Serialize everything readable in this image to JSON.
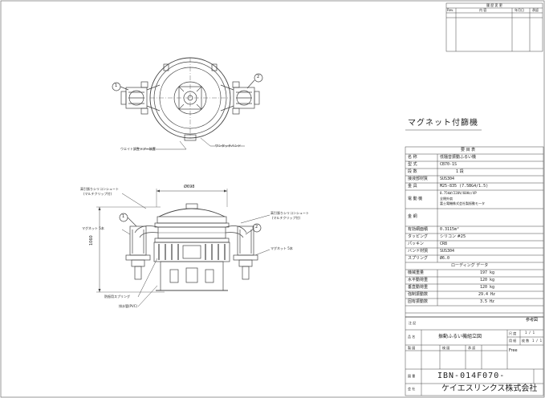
{
  "revision_block": {
    "title": "履 歴 変 更",
    "col_rev": "Rev.",
    "col_content": "内 容",
    "col_date": "年月日",
    "col_approve": "承認"
  },
  "product_title": "マグネット付篩機",
  "callouts": {
    "n1": "1",
    "n2": "2",
    "weight_adjust": "ウエイト調整ドアー装置",
    "one_touch_band": "ワンタッチバンド",
    "silicone_left": "高引張りシリコンシュート",
    "silicone_left_sub": "(マルチクリップ付)",
    "silicone_right": "高引張りシリコンシュート",
    "silicone_right_sub": "(マルチクリップ付)",
    "magnet_left": "マグネット 5本",
    "magnet_right": "マグネット 5本",
    "spring": "防振用スプリング",
    "hose": "排水管(PVC)",
    "dim_dia": "Ø698",
    "dim_height": "1060"
  },
  "spec": {
    "header": "要 目 表",
    "rows": [
      {
        "label": "名 称",
        "value": "低騒音振動ふるい機"
      },
      {
        "label": "型 式",
        "value": "CB70-1S"
      },
      {
        "label": "段 数",
        "value": "1 段"
      },
      {
        "label": "接液部材質",
        "value": "SUS304"
      },
      {
        "label": "金 具",
        "value": "M25-835 (7.5BG4/1.5)"
      }
    ],
    "motor_label": "電 動 機",
    "motor_lines": [
      "0.75kW/220V/60Hz/4P",
      "全閉外扇",
      "富士電機株式会社製振動モータ"
    ],
    "mesh_label": "金 網",
    "mesh_value": "",
    "rows2": [
      {
        "label": "有効網面積",
        "value": "0.3115m²"
      },
      {
        "label": "タッピング",
        "value": "シリコン #25"
      },
      {
        "label": "パッキン",
        "value": "CR8"
      },
      {
        "label": "バンド材質",
        "value": "SUS304"
      },
      {
        "label": "スプリング",
        "value": "Ø6.0"
      }
    ],
    "loading_header": "ローディング データ",
    "loading_rows": [
      {
        "label": "機械重量",
        "value": "197 kg"
      },
      {
        "label": "水平動荷重",
        "value": "120 kg"
      },
      {
        "label": "垂直動荷重",
        "value": "120 kg"
      },
      {
        "label": "強制振動数",
        "value": "29.4 Hz"
      },
      {
        "label": "固有振動数",
        "value": "3.5 Hz"
      }
    ]
  },
  "title_block": {
    "ref_label": "参考図",
    "notes_label": "注 記",
    "name_label": "品 名",
    "drawing_name": "振動ふるい機組立図",
    "scale_label": "尺 度",
    "scale_value": "1 / 1",
    "size_label": "用 紙",
    "sheet_label": "枚 数",
    "sheet_value": "1 / 1",
    "drawn_label": "製 図",
    "check_label": "検 図",
    "approve_label": "承 認",
    "free_text": "Free",
    "number_label": "図 番",
    "drawing_number": "IBN-014F070-",
    "company_label": "会 社",
    "company": "ケイエスリンクス株式会社"
  }
}
